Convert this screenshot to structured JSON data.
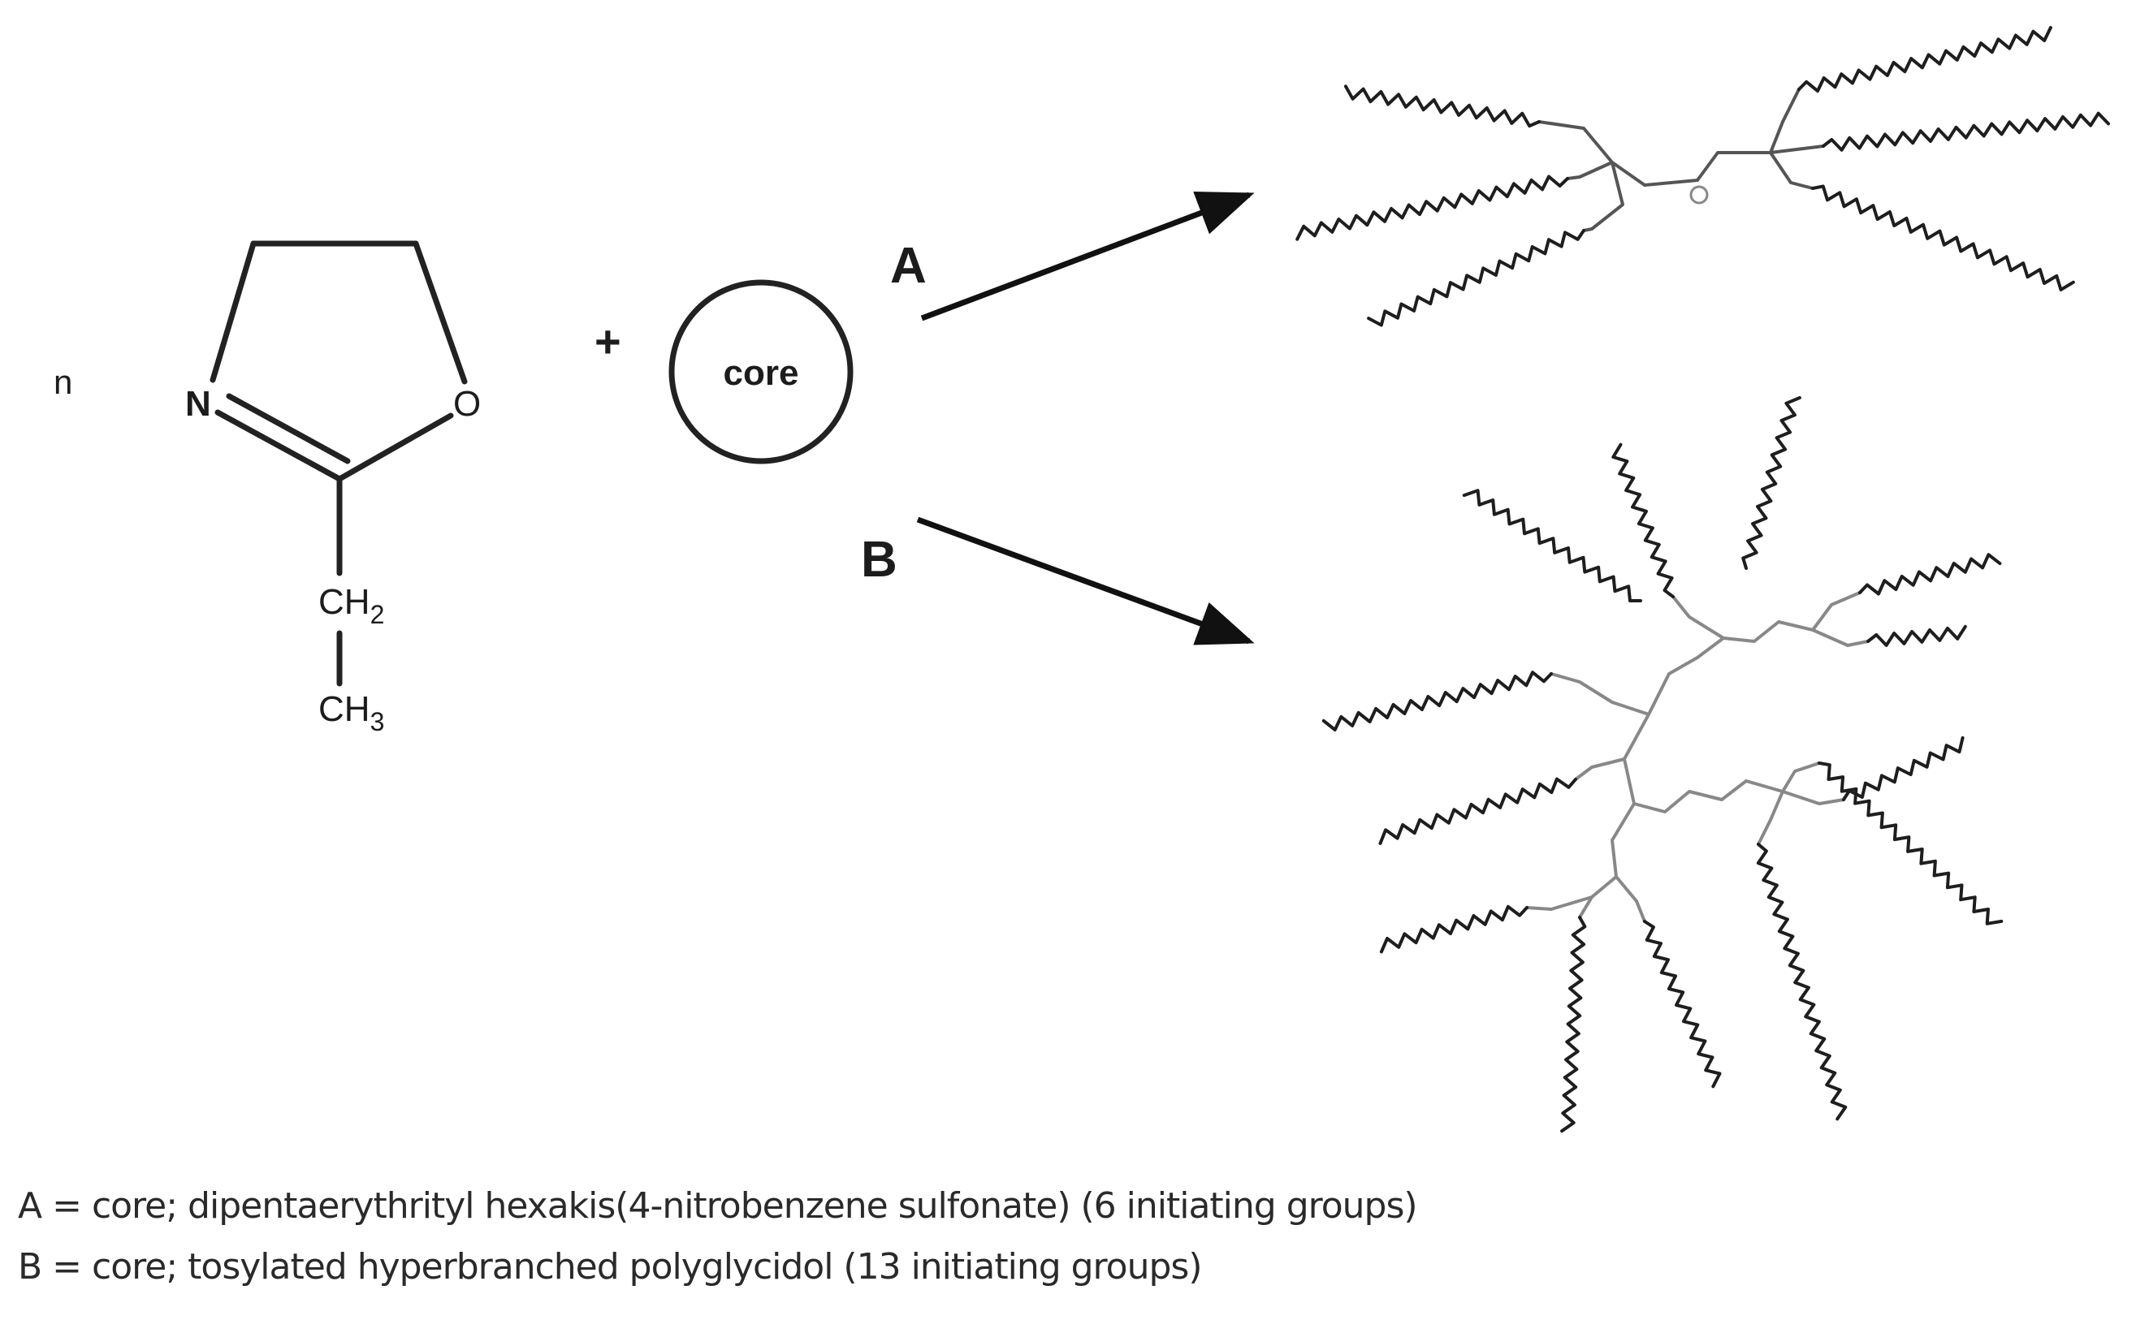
{
  "reactant": {
    "coefficient": "n",
    "ring_atoms": {
      "nitrogen": "N",
      "oxygen": "O"
    },
    "substituent": {
      "ch2": "CH",
      "ch2_sub": "2",
      "ch3": "CH",
      "ch3_sub": "3"
    }
  },
  "plus_sign": "+",
  "core_label": "core",
  "routes": {
    "a": {
      "label": "A"
    },
    "b": {
      "label": "B"
    }
  },
  "products": {
    "a": {
      "arms": 6
    },
    "b": {
      "arms": 13
    }
  },
  "captions": [
    "A = core; dipentaerythrityl hexakis(4-nitrobenzene sulfonate) (6 initiating groups)",
    "B = core; tosylated hyperbranched polyglycidol (13 initiating groups)"
  ]
}
